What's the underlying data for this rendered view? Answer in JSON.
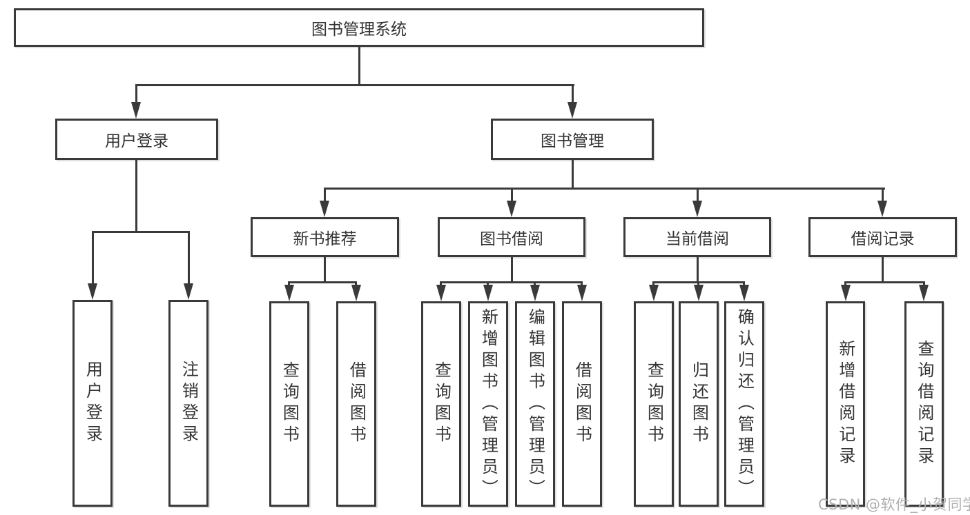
{
  "diagram": {
    "root": {
      "label": "图书管理系统"
    },
    "level1": {
      "user_login": {
        "label": "用户登录"
      },
      "book_mgmt": {
        "label": "图书管理"
      }
    },
    "level2": {
      "new_books": {
        "label": "新书推荐"
      },
      "book_borrow": {
        "label": "图书借阅"
      },
      "current_borrow": {
        "label": "当前借阅"
      },
      "borrow_records": {
        "label": "借阅记录"
      }
    },
    "leaves": {
      "login": "用户登录",
      "logout": "注销登录",
      "nb_query": "查询图书",
      "nb_borrow": "借阅图书",
      "bb_query": "查询图书",
      "bb_add": "新增图书（管理员）",
      "bb_edit": "编辑图书（管理员）",
      "bb_borrow": "借阅图书",
      "cb_query": "查询图书",
      "cb_return": "归还图书",
      "cb_confirm": "确认归还（管理员）",
      "rec_add": "新增借阅记录",
      "rec_query": "查询借阅记录"
    }
  },
  "watermark": "CSDN @软件_小贺同学",
  "colors": {
    "line": "#3a3a3a",
    "text": "#333333",
    "watermark": "#b0b0b0",
    "background": "#ffffff"
  }
}
